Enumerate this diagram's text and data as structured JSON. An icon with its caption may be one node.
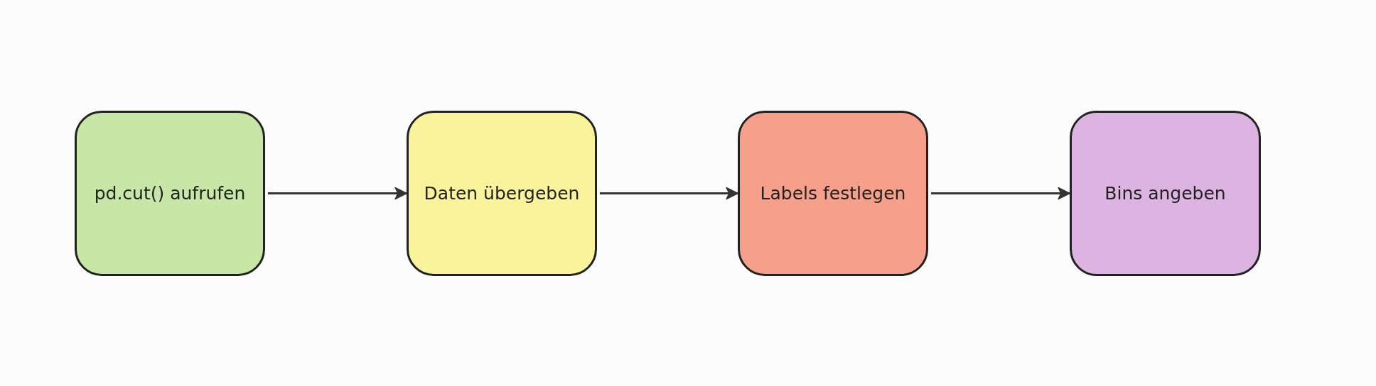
{
  "diagram": {
    "nodes": [
      {
        "text": [
          "pd.cut() aufrufen"
        ]
      },
      {
        "text": [
          "Daten übergeben"
        ]
      },
      {
        "text": [
          "Labels festlegen"
        ]
      },
      {
        "text": [
          "Bins angeben"
        ]
      }
    ],
    "edges": [
      {
        "from": 0,
        "to": 1,
        "arrow": "to"
      },
      {
        "from": 1,
        "to": 2,
        "arrow": "to"
      },
      {
        "from": 2,
        "to": 3,
        "arrow": "to"
      }
    ]
  }
}
